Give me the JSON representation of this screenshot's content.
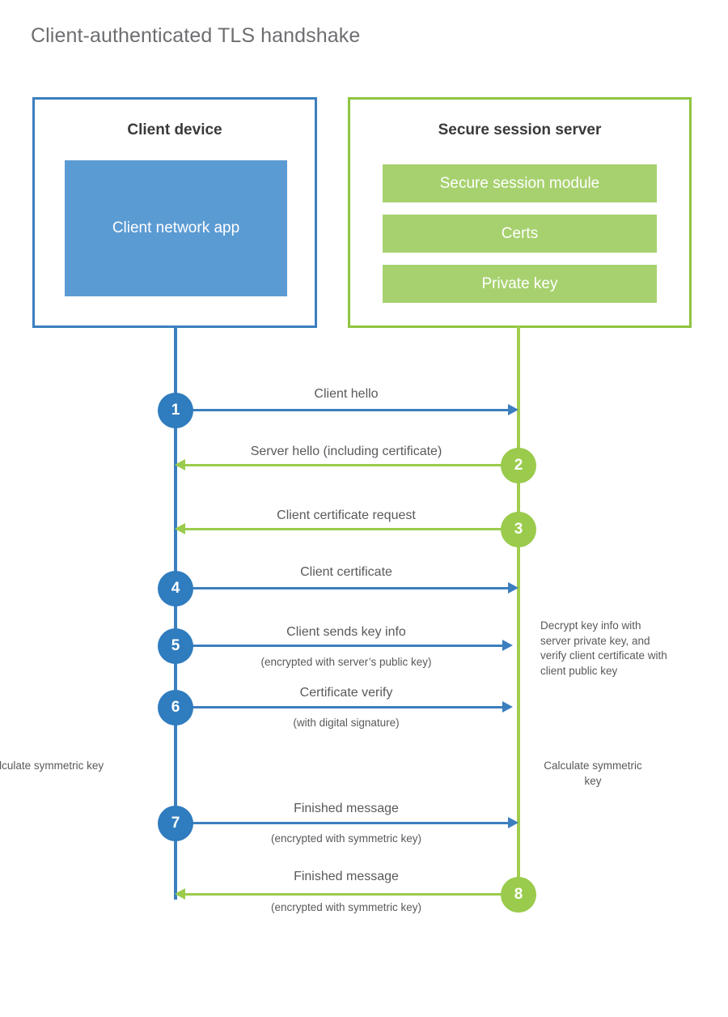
{
  "title": "Client-authenticated TLS handshake",
  "colors": {
    "client_blue": "#3c7fbf",
    "client_app_fill": "#5b9bd3",
    "client_circle": "#2f7cbf",
    "server_green": "#8fc541",
    "server_bar_fill": "#a7d16f",
    "server_circle": "#9acb4c",
    "text": "#58595b",
    "title_text": "#6d6e71",
    "background": "#ffffff"
  },
  "client": {
    "title": "Client device",
    "app_label": "Client network app"
  },
  "server": {
    "title": "Secure session server",
    "components": [
      "Secure session module",
      "Certs",
      "Private key"
    ]
  },
  "steps": [
    {
      "number": "1",
      "label": "Client hello",
      "sublabel": "",
      "direction": "client-to-server",
      "side": "client"
    },
    {
      "number": "2",
      "label": "Server hello (including certificate)",
      "sublabel": "",
      "direction": "server-to-client",
      "side": "server"
    },
    {
      "number": "3",
      "label": "Client certificate request",
      "sublabel": "",
      "direction": "server-to-client",
      "side": "server"
    },
    {
      "number": "4",
      "label": "Client certificate",
      "sublabel": "",
      "direction": "client-to-server",
      "side": "client"
    },
    {
      "number": "5",
      "label": "Client sends key info",
      "sublabel": "(encrypted with server’s public key)",
      "direction": "client-to-server",
      "side": "client"
    },
    {
      "number": "6",
      "label": "Certificate verify",
      "sublabel": "(with digital signature)",
      "direction": "client-to-server",
      "side": "client"
    },
    {
      "number": "7",
      "label": "Finished message",
      "sublabel": "(encrypted with symmetric key)",
      "direction": "client-to-server",
      "side": "client"
    },
    {
      "number": "8",
      "label": "Finished message",
      "sublabel": "(encrypted with symmetric key)",
      "direction": "server-to-client",
      "side": "server"
    }
  ],
  "notes": {
    "server_decrypt": "Decrypt key info with server private key, and verify client certificate with client public key",
    "client_calculate": "Calculate symmetric key",
    "server_calculate": "Calculate symmetric key"
  }
}
